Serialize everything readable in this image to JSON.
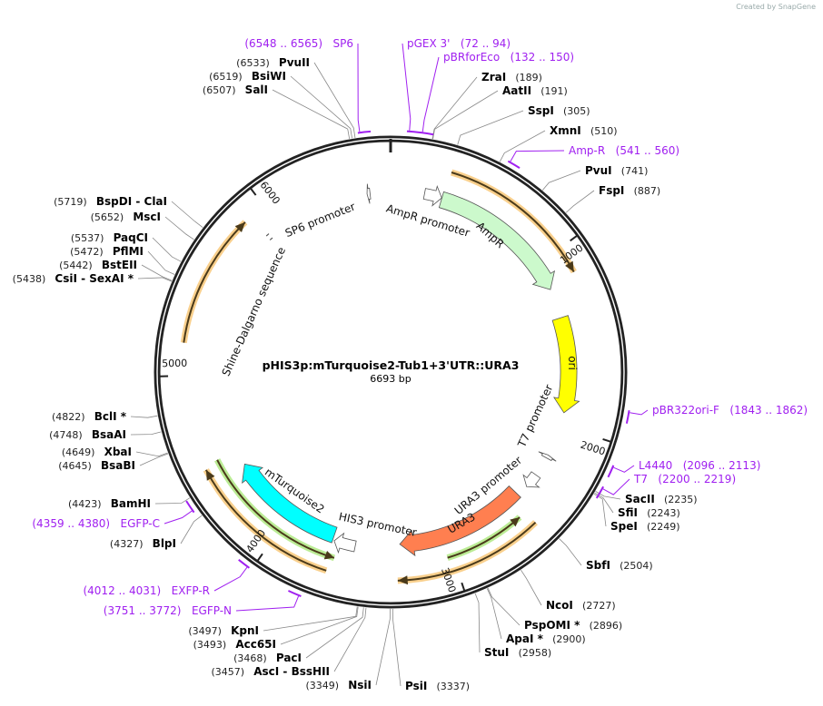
{
  "credit": "Created by SnapGene",
  "map": {
    "title": "pHIS3p:mTurquoise2-Tub1+3'UTR::URA3",
    "length_label": "6693 bp",
    "length": 6693
  },
  "ticks": [
    1000,
    2000,
    3000,
    4000,
    5000,
    6000
  ],
  "colors": {
    "backbone": "#222222",
    "primer": "#a020f0",
    "leader": "#888888"
  },
  "sites": [
    {
      "name": "PvuII",
      "pos": 6533
    },
    {
      "name": "BsiWI",
      "pos": 6519
    },
    {
      "name": "SalI",
      "pos": 6507
    },
    {
      "name": "ZraI",
      "pos": 189
    },
    {
      "name": "AatII",
      "pos": 191
    },
    {
      "name": "SspI",
      "pos": 305
    },
    {
      "name": "XmnI",
      "pos": 510
    },
    {
      "name": "PvuI",
      "pos": 741
    },
    {
      "name": "FspI",
      "pos": 887
    },
    {
      "name": "SacII",
      "pos": 2235
    },
    {
      "name": "SfiI",
      "pos": 2243
    },
    {
      "name": "SpeI",
      "pos": 2249
    },
    {
      "name": "SbfI",
      "pos": 2504
    },
    {
      "name": "NcoI",
      "pos": 2727
    },
    {
      "name": "PspOMI *",
      "pos": 2896
    },
    {
      "name": "ApaI *",
      "pos": 2900
    },
    {
      "name": "StuI",
      "pos": 2958
    },
    {
      "name": "PsiI",
      "pos": 3337
    },
    {
      "name": "NsiI",
      "pos": 3349
    },
    {
      "name": "AscI  - BssHII",
      "pos": 3457
    },
    {
      "name": "PacI",
      "pos": 3468
    },
    {
      "name": "Acc65I",
      "pos": 3493
    },
    {
      "name": "KpnI",
      "pos": 3497
    },
    {
      "name": "BlpI",
      "pos": 4327
    },
    {
      "name": "BamHI",
      "pos": 4423
    },
    {
      "name": "BsaBI",
      "pos": 4645
    },
    {
      "name": "XbaI",
      "pos": 4649
    },
    {
      "name": "BsaAI",
      "pos": 4748
    },
    {
      "name": "BclI *",
      "pos": 4822
    },
    {
      "name": "CsiI  - SexAI *",
      "pos": 5438
    },
    {
      "name": "BstEII",
      "pos": 5442
    },
    {
      "name": "PflMI",
      "pos": 5472
    },
    {
      "name": "PaqCI",
      "pos": 5537
    },
    {
      "name": "MscI",
      "pos": 5652
    },
    {
      "name": "BspDI  - ClaI",
      "pos": 5719
    }
  ],
  "primers": [
    {
      "name": "SP6",
      "range": "(6548 .. 6565)",
      "start": 6548,
      "end": 6565
    },
    {
      "name": "pGEX 3'",
      "range": "(72 .. 94)",
      "start": 72,
      "end": 94
    },
    {
      "name": "pBRforEco",
      "range": "(132 .. 150)",
      "start": 132,
      "end": 150
    },
    {
      "name": "Amp-R",
      "range": "(541 .. 560)",
      "start": 541,
      "end": 560
    },
    {
      "name": "pBR322ori-F",
      "range": "(1843 .. 1862)",
      "start": 1843,
      "end": 1862
    },
    {
      "name": "L4440",
      "range": "(2096 .. 2113)",
      "start": 2096,
      "end": 2113
    },
    {
      "name": "T7",
      "range": "(2200 .. 2219)",
      "start": 2200,
      "end": 2219
    },
    {
      "name": "EGFP-C",
      "range": "(4359 .. 4380)",
      "start": 4359,
      "end": 4380
    },
    {
      "name": "EXFP-R",
      "range": "(4012 .. 4031)",
      "start": 4012,
      "end": 4031
    },
    {
      "name": "EGFP-N",
      "range": "(3751 .. 3772)",
      "start": 3751,
      "end": 3772
    }
  ],
  "features": [
    {
      "label": "AmpR promoter",
      "kind": "promoter",
      "start": 200,
      "end": 304,
      "dir": 1,
      "color": "#ffffff"
    },
    {
      "label": "AmpR",
      "kind": "gene",
      "start": 305,
      "end": 1165,
      "dir": 1,
      "color": "#ccf9cc"
    },
    {
      "label": "ori",
      "kind": "gene",
      "start": 1344,
      "end": 1919,
      "dir": 1,
      "color": "#ffff00"
    },
    {
      "label": "T7 promoter",
      "kind": "promoter",
      "start": 2190,
      "end": 2210,
      "dir": -1,
      "color": "#ffffff"
    },
    {
      "label": "URA3 promoter",
      "kind": "promoter",
      "start": 2330,
      "end": 2420,
      "dir": 1,
      "color": "#ffffff"
    },
    {
      "label": "URA3",
      "kind": "gene",
      "start": 2490,
      "end": 3290,
      "dir": 1,
      "color": "#ff7f50"
    },
    {
      "label": "HIS3 promoter",
      "kind": "promoter",
      "start": 3560,
      "end": 3690,
      "dir": 1,
      "color": "#ffffff"
    },
    {
      "label": "mTurquoise2",
      "kind": "gene",
      "start": 3700,
      "end": 4420,
      "dir": 1,
      "color": "#00ffff"
    },
    {
      "label": "Shine-Dalgarno sequence",
      "kind": "mark",
      "start": 5905,
      "end": 5925,
      "dir": 0,
      "color": "#ffffff"
    },
    {
      "label": "SP6 promoter",
      "kind": "promoter",
      "start": 6553,
      "end": 6571,
      "dir": -1,
      "color": "#ffffff"
    }
  ],
  "tracks": [
    {
      "kind": "orange",
      "start": 315,
      "end": 1140,
      "dir": 1,
      "color": "#f5b041"
    },
    {
      "kind": "green",
      "start": 2573,
      "end": 3030,
      "dir": -1,
      "color": "#8ee04e"
    },
    {
      "kind": "orange",
      "start": 2530,
      "end": 3310,
      "dir": 1,
      "color": "#f5b041"
    },
    {
      "kind": "green",
      "start": 3660,
      "end": 4520,
      "dir": -1,
      "color": "#8ee04e"
    },
    {
      "kind": "orange",
      "start": 3680,
      "end": 4500,
      "dir": 1,
      "color": "#f5b041"
    },
    {
      "kind": "orange",
      "start": 5170,
      "end": 5873,
      "dir": 1,
      "color": "#f5b041"
    }
  ]
}
